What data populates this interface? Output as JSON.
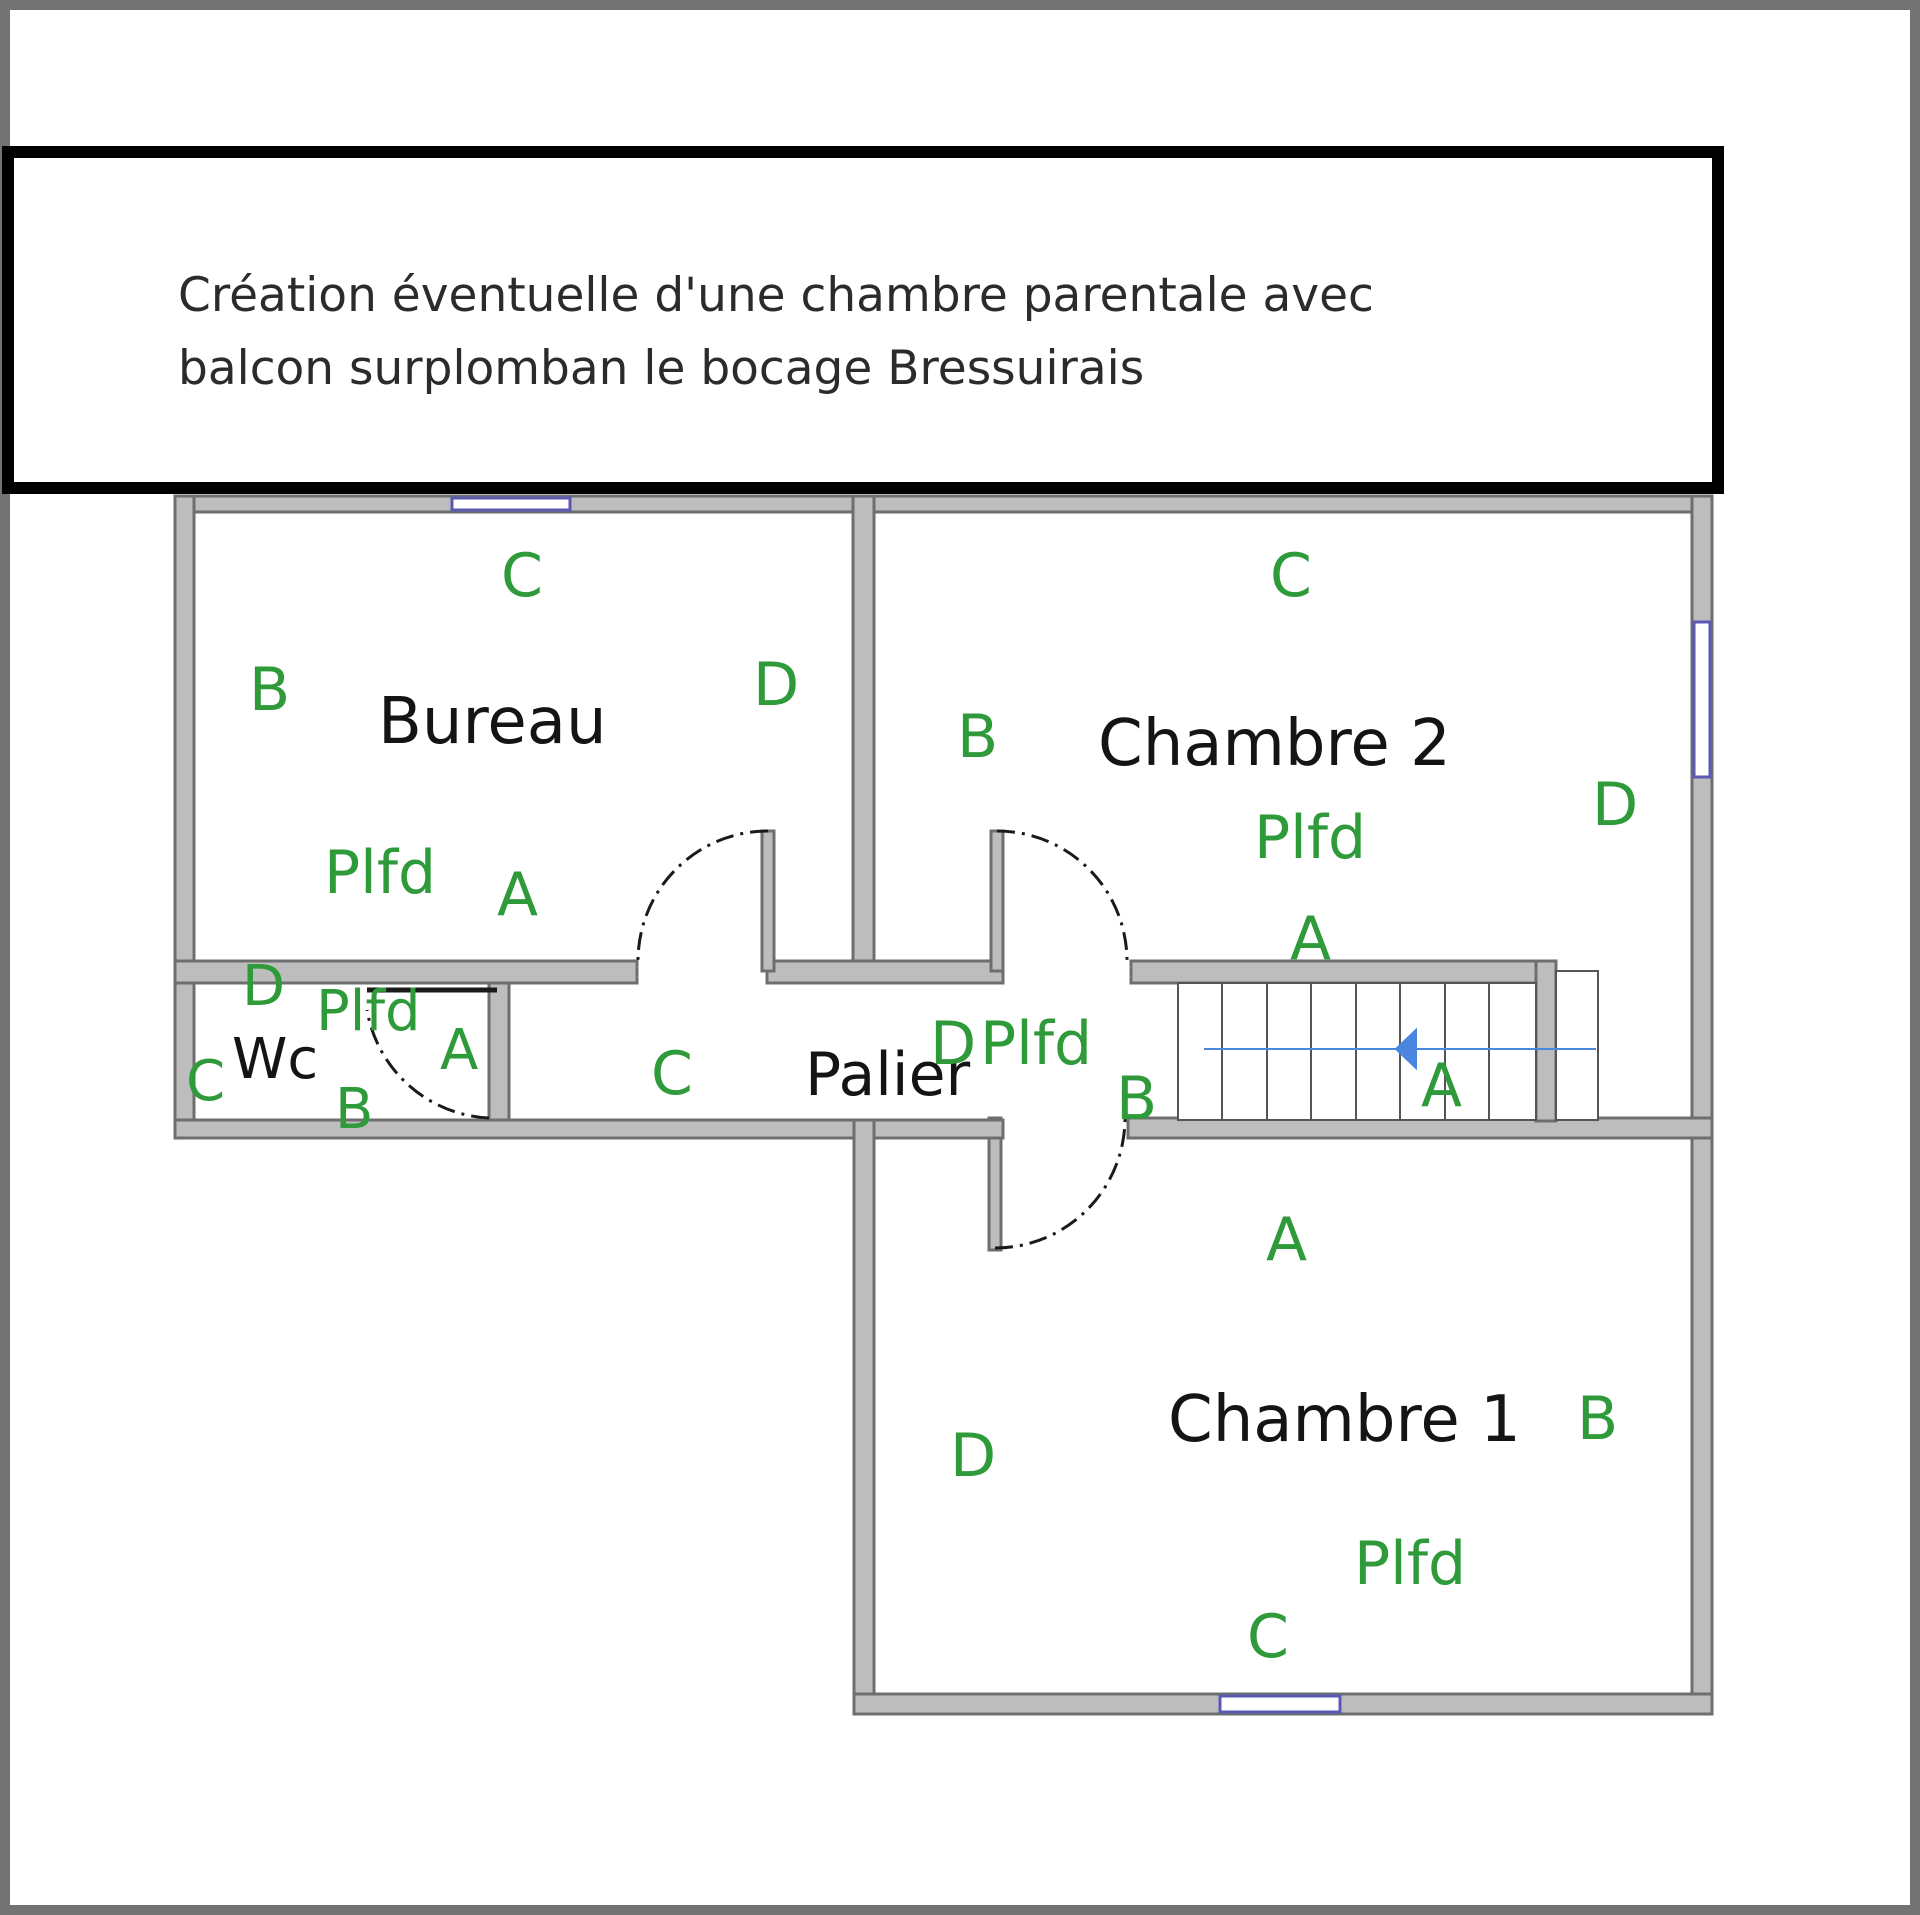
{
  "note": {
    "line1": "Création éventuelle d'une chambre parentale avec",
    "line2": "balcon surplomban le bocage Bressuirais"
  },
  "rooms": {
    "bureau": "Bureau",
    "chambre2": "Chambre 2",
    "chambre1": "Chambre 1",
    "palier": "Palier",
    "wc": "Wc"
  },
  "wall_labels": {
    "bureau": {
      "a": "A",
      "b": "B",
      "c": "C",
      "d": "D",
      "plafond": "Plfd"
    },
    "chambre2": {
      "a": "A",
      "b": "B",
      "c": "C",
      "d": "D",
      "plafond": "Plfd"
    },
    "chambre1": {
      "a": "A",
      "b": "B",
      "c": "C",
      "d": "D",
      "plafond": "Plfd"
    },
    "palier": {
      "a": "A",
      "b": "B",
      "c": "C",
      "d": "D",
      "plafond": "Plfd"
    },
    "wc": {
      "a": "A",
      "b": "B",
      "c": "C",
      "d": "D",
      "plafond": "Plfd"
    }
  },
  "colors": {
    "frame": "#737373",
    "wall": "#6e6e6e",
    "wall_fill": "#bdbdbd",
    "note_border": "#000000",
    "wall_label": "#2e9a3a",
    "window": "#5a5ab4",
    "stair_arrow": "#4a86e0"
  }
}
